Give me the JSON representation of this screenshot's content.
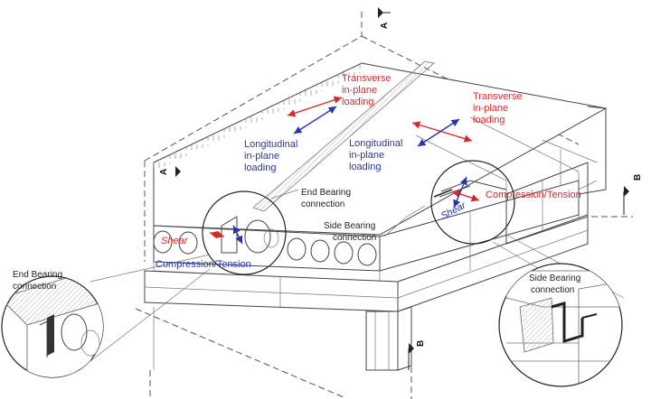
{
  "labels": {
    "transverse_left": [
      "Transverse",
      "in-plane",
      "loading"
    ],
    "transverse_right": [
      "Transverse",
      "in-plane",
      "loading"
    ],
    "longitudinal_left": [
      "Longitudinal",
      "in-plane",
      "loading"
    ],
    "longitudinal_mid": [
      "Longitudinal",
      "in-plane",
      "loading"
    ],
    "end_bearing_main": [
      "End Bearing",
      "connection"
    ],
    "end_bearing_detail": [
      "End Bearing",
      "connection"
    ],
    "side_bearing_main": [
      "Side Bearing",
      "connection"
    ],
    "side_bearing_detail": [
      "Side Bearing",
      "connection"
    ],
    "shear_left": "Shear",
    "shear_right": "Shear",
    "compression_tension_left": "Compression/Tension",
    "compression_tension_right": "Compression/Tension",
    "section_a_top": "A",
    "section_a_left": "A",
    "section_b_right": "B",
    "section_b_bottom": "B"
  },
  "colors": {
    "red": "#d42a2a",
    "blue": "#2a35a8",
    "line": "#444444",
    "hatch": "#c9c9c9"
  }
}
